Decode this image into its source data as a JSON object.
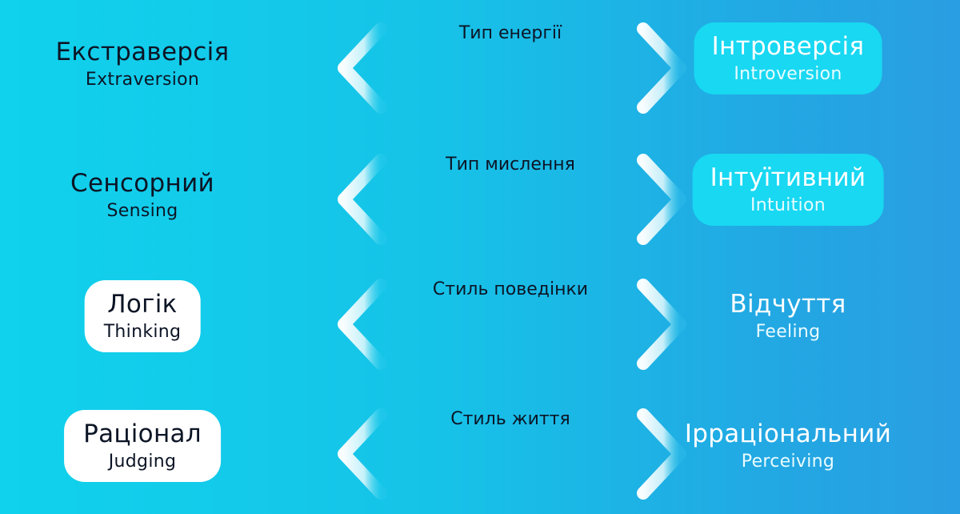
{
  "colors": {
    "background_start": "#10d2ec",
    "background_end": "#2a9ee2",
    "pill_white": "#ffffff",
    "pill_cyan": "#18d8f2",
    "text_dark": "#0c1526",
    "text_light": "#ffffff"
  },
  "dichotomies": [
    {
      "axis": "Тип енергії",
      "left": {
        "main": "Екстраверсія",
        "sub": "Extraversion"
      },
      "right": {
        "main": "Інтроверсія",
        "sub": "Introversion"
      }
    },
    {
      "axis": "Тип мислення",
      "left": {
        "main": "Сенсорний",
        "sub": "Sensing"
      },
      "right": {
        "main": "Інтуїтивний",
        "sub": "Intuition"
      }
    },
    {
      "axis": "Стиль поведінки",
      "left": {
        "main": "Логік",
        "sub": "Thinking"
      },
      "right": {
        "main": "Відчуття",
        "sub": "Feeling"
      }
    },
    {
      "axis": "Стиль життя",
      "left": {
        "main": "Раціонал",
        "sub": "Judging"
      },
      "right": {
        "main": "Ірраціональний",
        "sub": "Perceiving"
      }
    }
  ]
}
